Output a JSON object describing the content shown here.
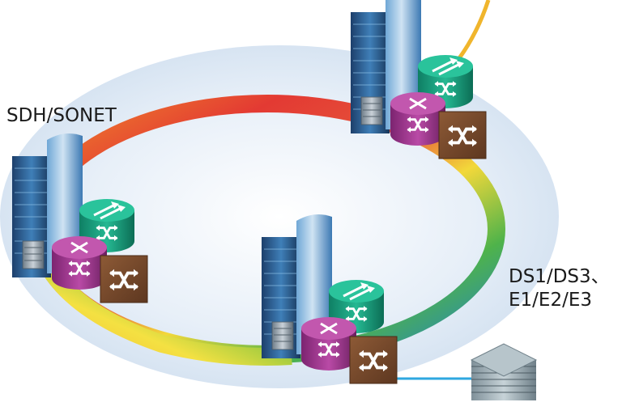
{
  "labels": {
    "sdh_sonet": "SDH/SONET",
    "tributary_line1": "DS1/DS3、",
    "tributary_line2": "E1/E2/E3"
  },
  "colors": {
    "ring_gradient": [
      "#f0c541",
      "#e8433b",
      "#d94d3e",
      "#f5e23c",
      "#58b93f",
      "#1e88c8"
    ],
    "halo": "#dfeaf6",
    "uplink_line": "#f0b52c",
    "tributary_line": "#2ea7e0",
    "router_green": "#1aa07f",
    "router_purple": "#a13890",
    "crossconnect_brown": "#7a4a2c",
    "server_blue": "#2d6fa8",
    "terminal_gray": "#8fa1a9"
  },
  "icons": [
    "building-cluster-icon",
    "add-drop-mux-icon",
    "atm-switch-icon",
    "cross-connect-icon",
    "terminal-equipment-icon"
  ]
}
